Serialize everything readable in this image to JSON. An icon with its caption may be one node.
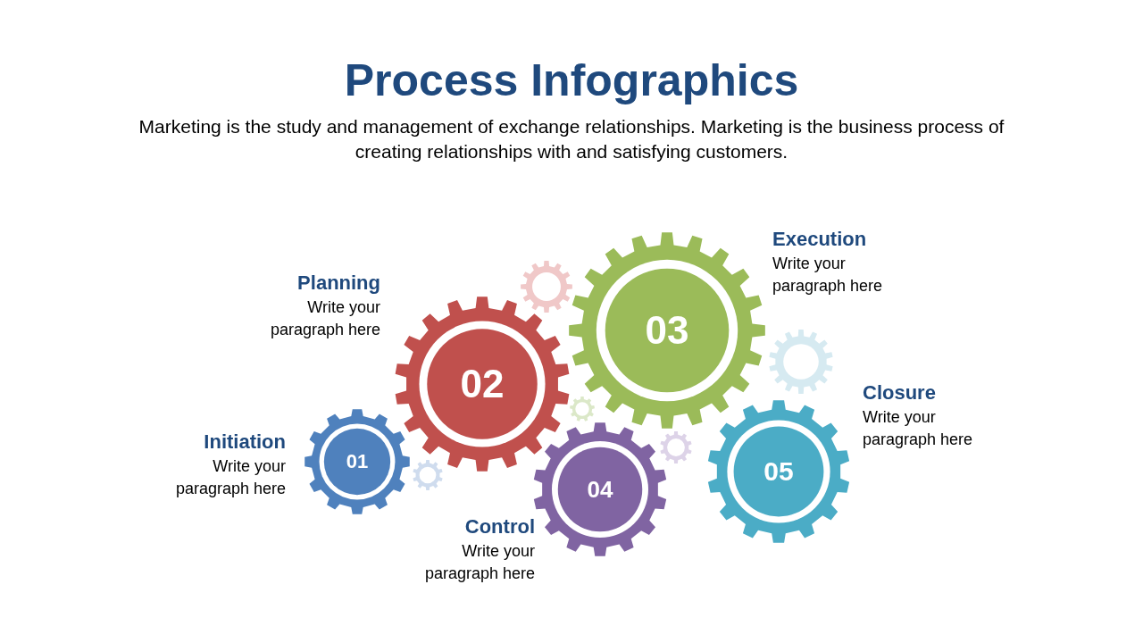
{
  "diagram": {
    "title": "Process Infographics",
    "nodes": [
      {
        "text": [
          "01"
        ],
        "beside": [
          "Initiation",
          "Write your paragraph here"
        ]
      },
      {
        "text": [
          "02"
        ],
        "beside": [
          "Planning",
          "Write your paragraph here"
        ]
      },
      {
        "text": [
          "03"
        ],
        "beside": [
          "Execution",
          "Write your paragraph here"
        ]
      },
      {
        "text": [
          "04"
        ],
        "beside": [
          "Control",
          "Write your paragraph here"
        ]
      },
      {
        "text": [
          "05"
        ],
        "beside": [
          "Closure",
          "Write your paragraph here"
        ]
      }
    ],
    "labels": [
      "Marketing is the study and management of exchange relationships. Marketing is the business process of creating relationships with and satisfying customers."
    ]
  }
}
